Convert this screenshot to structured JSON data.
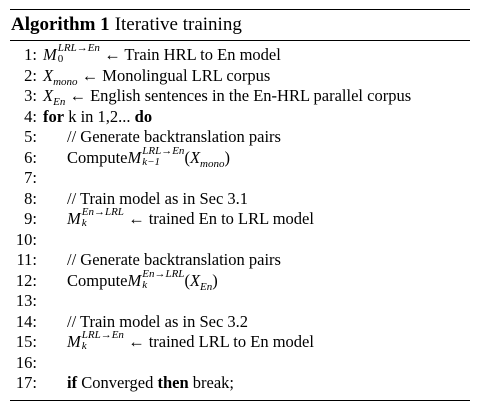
{
  "algorithm": {
    "label": "Algorithm 1",
    "title": "Iterative training"
  },
  "lines": [
    {
      "num": "1:",
      "var": "M",
      "sup": "LRL→En",
      "sub": "0",
      "arrow": "←",
      "text": "Train HRL to En model"
    },
    {
      "num": "2:",
      "var": "X",
      "sub": "mono",
      "arrow": "←",
      "text": "Monolingual LRL corpus"
    },
    {
      "num": "3:",
      "var": "X",
      "sub": "En",
      "arrow": "←",
      "text": "English sentences in the En-HRL parallel corpus"
    },
    {
      "num": "4:",
      "kw_for": "for",
      "text": "k in 1,2...",
      "kw_do": "do"
    },
    {
      "num": "5:",
      "text": "// Generate backtranslation pairs"
    },
    {
      "num": "6:",
      "fn": "Compute",
      "var": "M",
      "sup": "LRL→En",
      "sub": "k−1",
      "arg_var": "X",
      "arg_sub": "mono"
    },
    {
      "num": "7:"
    },
    {
      "num": "8:",
      "text": "// Train model as in Sec 3.1"
    },
    {
      "num": "9:",
      "var": "M",
      "sup": "En→LRL",
      "sub": "k",
      "arrow": "←",
      "text": "trained En to LRL model"
    },
    {
      "num": "10:"
    },
    {
      "num": "11:",
      "text": "// Generate backtranslation pairs"
    },
    {
      "num": "12:",
      "fn": "Compute",
      "var": "M",
      "sup": "En→LRL",
      "sub": "k",
      "arg_var": "X",
      "arg_sub": "En"
    },
    {
      "num": "13:"
    },
    {
      "num": "14:",
      "text": "// Train model as in Sec 3.2"
    },
    {
      "num": "15:",
      "var": "M",
      "sup": "LRL→En",
      "sub": "k",
      "arrow": "←",
      "text": "trained LRL to En model"
    },
    {
      "num": "16:"
    },
    {
      "num": "17:",
      "kw_if": "if",
      "text1": "Converged",
      "kw_then": "then",
      "text2": "break;"
    }
  ]
}
